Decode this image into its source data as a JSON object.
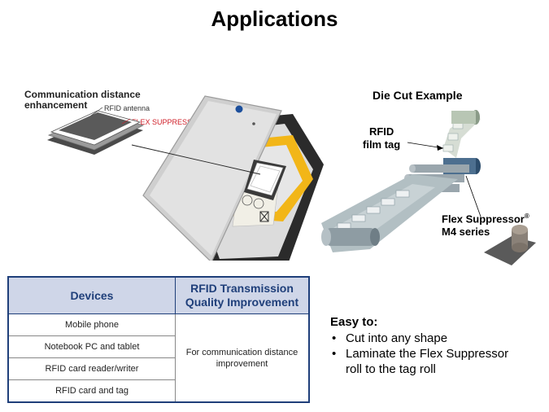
{
  "title": "Applications",
  "left_figure": {
    "heading": "Communication distance enhancement",
    "heading_line1": "Communication distance",
    "heading_line2": "enhancement",
    "rfid_antenna": "RFID antenna",
    "flex_suppressor": "FLEX SUPPRESSOR",
    "flex_suppressor_mark": "®"
  },
  "right_figure": {
    "title": "Die Cut Example",
    "rfid_line1": "RFID",
    "rfid_line2": "film tag",
    "flex_line1": "Flex Suppressor",
    "flex_mark": "®",
    "flex_line2": "M4 series"
  },
  "table": {
    "headers": [
      "Devices",
      "RFID Transmission Quality Improvement"
    ],
    "header_quality_line1": "RFID Transmission",
    "header_quality_line2": "Quality Improvement",
    "devices": [
      "Mobile phone",
      "Notebook PC and tablet",
      "RFID card reader/writer",
      "RFID card and tag"
    ],
    "quality": "For communication distance improvement",
    "quality_line1": "For communication distance",
    "quality_line2": "improvement"
  },
  "easy": {
    "heading": "Easy to:",
    "items": [
      "Cut into any shape",
      "Laminate the Flex Suppressor roll to the tag roll"
    ],
    "item2_line1": "Laminate the Flex Suppressor",
    "item2_line2": "roll to the tag roll"
  },
  "colors": {
    "table_border": "#1f3f7a",
    "table_header_bg": "#cfd6e8",
    "table_header_text": "#1f3f7a",
    "flex_red": "#d0202a",
    "antenna_yellow": "#f2b618"
  }
}
